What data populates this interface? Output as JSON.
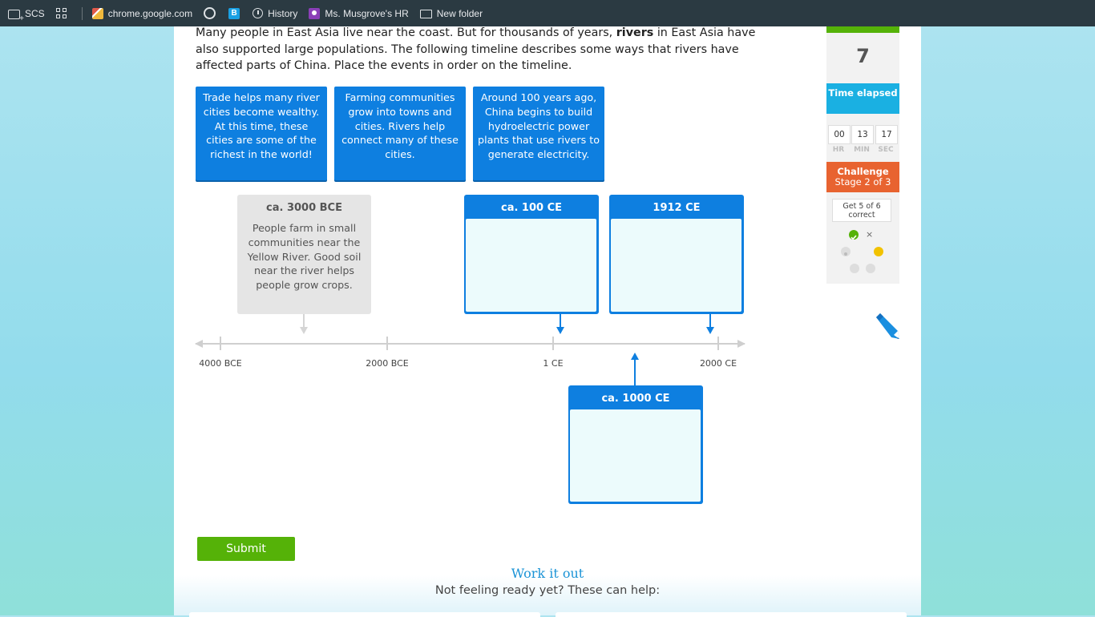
{
  "bookmarks": [
    {
      "icon": "folder-add-icon",
      "label": "SCS"
    },
    {
      "icon": "apps-icon",
      "label": ""
    },
    {
      "icon": "chrome-icon",
      "label": "chrome.google.com"
    },
    {
      "icon": "globe-icon",
      "label": ""
    },
    {
      "icon": "b-logo-icon",
      "label": "B"
    },
    {
      "icon": "history-icon",
      "label": "History"
    },
    {
      "icon": "person-icon",
      "label": "Ms. Musgrove's HR"
    },
    {
      "icon": "folder-icon",
      "label": "New folder"
    }
  ],
  "question": {
    "intro_part1": "Many people in East Asia live near the coast. But for thousands of years, ",
    "intro_bold": "rivers",
    "intro_part2": " in East Asia have also supported large populations. The following timeline describes some ways that rivers have affected parts of China. Place the events in order on the timeline."
  },
  "choices": [
    "Trade helps many river cities become wealthy. At this time, these cities are some of the richest in the world!",
    "Farming communities grow into towns and cities. Rivers help connect many of these cities.",
    "Around 100 years ago, China begins to build hydroelectric power plants that use rivers to generate electricity."
  ],
  "given_event": {
    "date": "ca. 3000 BCE",
    "text": "People farm in small communities near the Yellow River. Good soil near the river helps people grow crops."
  },
  "slots": {
    "slot1": "ca. 100 CE",
    "slot2": "1912 CE",
    "slot3": "ca. 1000 CE"
  },
  "axis_labels": [
    "4000 BCE",
    "2000 BCE",
    "1 CE",
    "2000 CE"
  ],
  "submit_label": "Submit",
  "work_it_out": "Work it out",
  "not_ready": "Not feeling ready yet? These can help:",
  "sidebar": {
    "answered_count": "7",
    "time_elapsed_label": "Time elapsed",
    "hr": "00",
    "min": "13",
    "sec": "17",
    "hr_label": "HR",
    "min_label": "MIN",
    "sec_label": "SEC",
    "challenge_title": "Challenge",
    "challenge_stage": "Stage 2 of 3",
    "goal": "Get 5 of 6 correct",
    "close_mark": "×"
  },
  "colors": {
    "accent_blue": "#0e7fe0",
    "submit_green": "#55b208",
    "challenge_orange": "#e86330",
    "time_cyan": "#1ab0e2"
  }
}
